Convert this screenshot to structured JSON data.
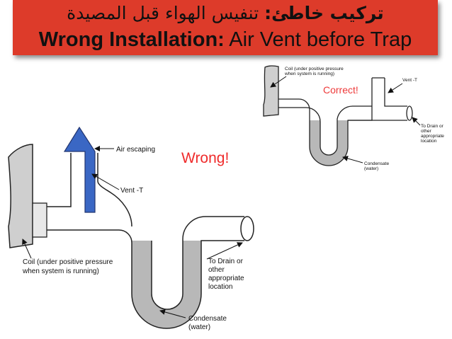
{
  "header": {
    "arabic_bold": "تركيب خاطئ:",
    "arabic_rest": "تنفيس الهواء قبل المصيدة",
    "english_bold": "Wrong Installation:",
    "english_rest": "Air Vent before Trap"
  },
  "wrong_diagram": {
    "verdict": "Wrong!",
    "air_escaping": "Air escaping",
    "vent_t": "Vent -T",
    "coil_line1": "Coil (under positive pressure",
    "coil_line2": "when system is running)",
    "drain_line1": "To Drain or",
    "drain_line2": "other",
    "drain_line3": "appropriate",
    "drain_line4": "location",
    "condensate_line1": "Condensate",
    "condensate_line2": "(water)"
  },
  "correct_diagram": {
    "verdict": "Correct!",
    "coil_line1": "Coil (under positive pressure",
    "coil_line2": "when system is running)",
    "vent_t": "Vent -T",
    "drain_line1": "To Drain or",
    "drain_line2": "other",
    "drain_line3": "appropriate",
    "drain_line4": "location",
    "condensate_line1": "Condensate",
    "condensate_line2": "(water)"
  },
  "colors": {
    "banner": "#dd3b2a",
    "wrong_text": "#ef2b2b",
    "correct_text": "#ee3a3a",
    "air_arrow": "#3a67c4",
    "water": "#b8b8b8"
  }
}
